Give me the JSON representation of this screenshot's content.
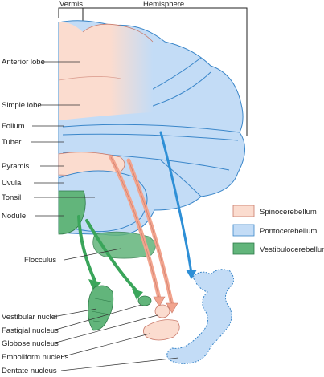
{
  "headers": {
    "vermis": "Vermis",
    "hemisphere": "Hemisphere"
  },
  "labels": {
    "anterior_lobe": "Anterior lobe",
    "simple_lobe": "Simple lobe",
    "folium": "Folium",
    "tuber": "Tuber",
    "pyramis": "Pyramis",
    "uvula": "Uvula",
    "tonsil": "Tonsil",
    "nodule": "Nodule",
    "flocculus": "Flocculus",
    "vestibular_nuclei": "Vestibular nuclei",
    "fastigial_nucleus": "Fastigial nucleus",
    "globose_nucleus": "Globose nucleus",
    "emboliform_nucleus": "Emboliform nucleus",
    "dentate_nucleus": "Dentate nucleus"
  },
  "legend": [
    {
      "label": "Spinocerebellum",
      "color": "#fbdccf"
    },
    {
      "label": "Pontocerebellum",
      "color": "#c3dcf6"
    },
    {
      "label": "Vestibulocerebellum",
      "color": "#62b57b"
    }
  ],
  "colors": {
    "spino": "#fbdccf",
    "ponto": "#c3dcf6",
    "vestibulo": "#62b57b",
    "outline_blue": "#3a86c9",
    "outline_pink": "#c97a6a",
    "arrow_pink": "#f2a48e",
    "arrow_blue": "#2e8fd6",
    "arrow_green": "#3aa55a"
  }
}
